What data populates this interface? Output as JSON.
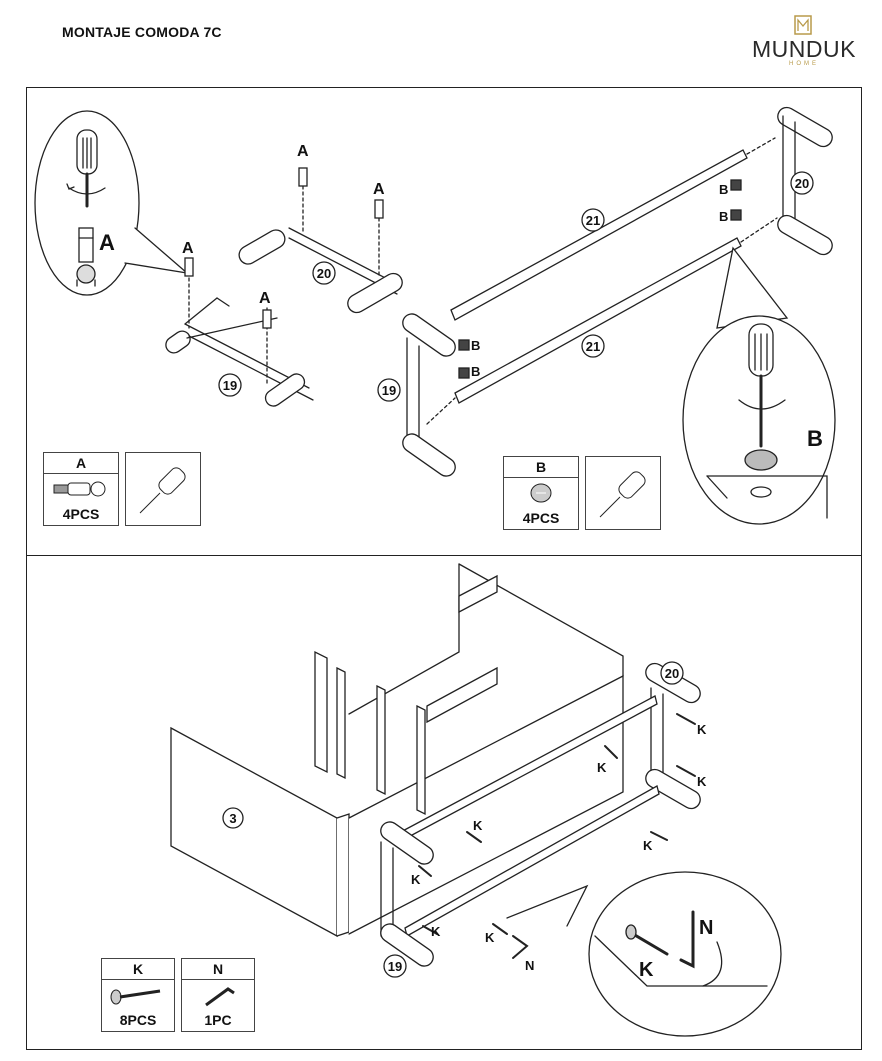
{
  "header": {
    "title": "MONTAJE COMODA 7C",
    "brand_name": "MUNDUK",
    "brand_sub": "HOME"
  },
  "step1": {
    "part_labels": {
      "p19": "19",
      "p20": "20",
      "p21": "21"
    },
    "fitting_labels": {
      "a": "A",
      "b": "B"
    },
    "legend_a": {
      "code": "A",
      "qty": "4PCS"
    },
    "legend_b": {
      "code": "B",
      "qty": "4PCS"
    }
  },
  "step2": {
    "part_labels": {
      "p3": "3",
      "p20": "20",
      "p19": "19"
    },
    "fitting_labels": {
      "k": "K",
      "n": "N"
    },
    "legend_k": {
      "code": "K",
      "qty": "8PCS"
    },
    "legend_n": {
      "code": "N",
      "qty": "1PC"
    }
  },
  "icons": [
    "screwdriver-icon",
    "allen-key-icon",
    "rotation-arrow-icon",
    "dowel-icon",
    "cam-lock-icon",
    "screw-icon",
    "logo-icon"
  ]
}
